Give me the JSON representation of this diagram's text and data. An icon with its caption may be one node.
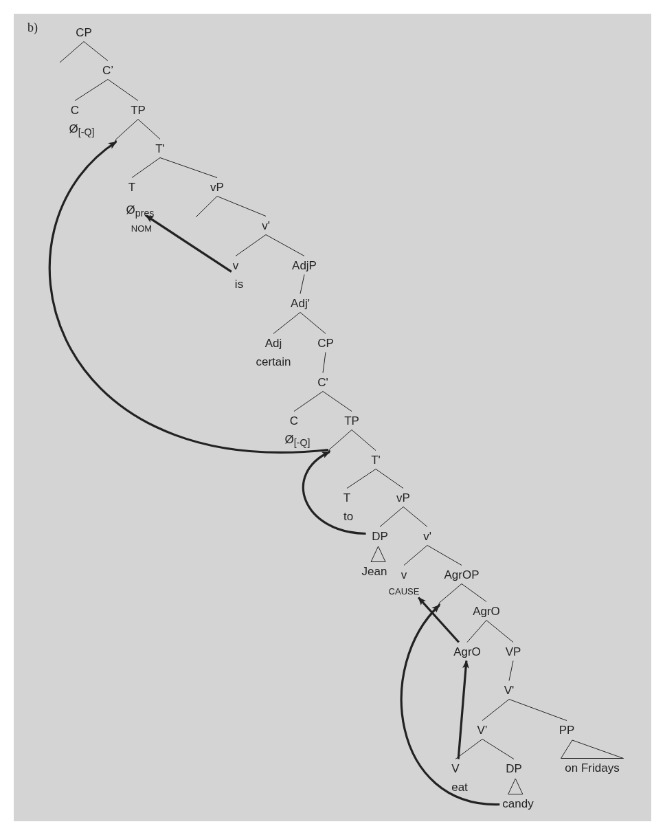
{
  "diagram": {
    "nodes": [
      {
        "text": [
          "CP"
        ]
      },
      {
        "text": [
          "C’"
        ]
      },
      {
        "text": [
          "C",
          "Ø$_{[-Q]}$"
        ]
      },
      {
        "text": [
          "TP"
        ]
      },
      {
        "text": [
          "T'"
        ]
      },
      {
        "text": [
          "T",
          "Ø$_{pres}$",
          "NOM"
        ]
      },
      {
        "text": [
          "vP"
        ]
      },
      {
        "text": [
          "v'"
        ]
      },
      {
        "text": [
          "v",
          "is"
        ]
      },
      {
        "text": [
          "AdjP"
        ]
      },
      {
        "text": [
          "Adj'"
        ]
      },
      {
        "text": [
          "Adj",
          "certain"
        ]
      },
      {
        "text": [
          "CP"
        ]
      },
      {
        "text": [
          "C'"
        ]
      },
      {
        "text": [
          "C",
          "Ø$_{[-Q]}$"
        ]
      },
      {
        "text": [
          "TP"
        ]
      },
      {
        "text": [
          "T'"
        ]
      },
      {
        "text": [
          "T",
          "to"
        ]
      },
      {
        "text": [
          "vP"
        ]
      },
      {
        "text": [
          "DP",
          "Jean"
        ]
      },
      {
        "text": [
          "v'"
        ]
      },
      {
        "text": [
          "v",
          "CAUSE"
        ]
      },
      {
        "text": [
          "AgrOP"
        ]
      },
      {
        "text": [
          "AgrO"
        ]
      },
      {
        "text": [
          "AgrO"
        ]
      },
      {
        "text": [
          "VP"
        ]
      },
      {
        "text": [
          "V'"
        ]
      },
      {
        "text": [
          "V’"
        ]
      },
      {
        "text": [
          "PP",
          "on Fridays"
        ]
      },
      {
        "text": [
          "V",
          "eat"
        ]
      },
      {
        "text": [
          "DP",
          "candy"
        ]
      },
      {
        "text": [],
        "shape": "point"
      },
      {
        "text": [],
        "shape": "point"
      },
      {
        "text": [],
        "shape": "point"
      }
    ],
    "edges": [
      {
        "from": 0,
        "to": null,
        "arrow": "none"
      },
      {
        "from": 0,
        "to": 1,
        "arrow": "none"
      },
      {
        "from": 1,
        "to": 2,
        "arrow": "none"
      },
      {
        "from": 1,
        "to": 3,
        "arrow": "none"
      },
      {
        "from": 3,
        "to": 31,
        "arrow": "none"
      },
      {
        "from": 3,
        "to": 4,
        "arrow": "none"
      },
      {
        "from": 4,
        "to": 5,
        "arrow": "none"
      },
      {
        "from": 4,
        "to": 6,
        "arrow": "none"
      },
      {
        "from": 6,
        "to": null,
        "arrow": "none"
      },
      {
        "from": 6,
        "to": 7,
        "arrow": "none"
      },
      {
        "from": 7,
        "to": 8,
        "arrow": "none"
      },
      {
        "from": 7,
        "to": 9,
        "arrow": "none"
      },
      {
        "from": 9,
        "to": 10,
        "arrow": "none"
      },
      {
        "from": 10,
        "to": 11,
        "arrow": "none"
      },
      {
        "from": 10,
        "to": 12,
        "arrow": "none"
      },
      {
        "from": 12,
        "to": 13,
        "arrow": "none"
      },
      {
        "from": 13,
        "to": 14,
        "arrow": "none"
      },
      {
        "from": 13,
        "to": 15,
        "arrow": "none"
      },
      {
        "from": 15,
        "to": 32,
        "arrow": "none"
      },
      {
        "from": 15,
        "to": 16,
        "arrow": "none"
      },
      {
        "from": 16,
        "to": 17,
        "arrow": "none"
      },
      {
        "from": 16,
        "to": 18,
        "arrow": "none"
      },
      {
        "from": 18,
        "to": 19,
        "arrow": "none"
      },
      {
        "from": 18,
        "to": 20,
        "arrow": "none"
      },
      {
        "from": 20,
        "to": 21,
        "arrow": "none"
      },
      {
        "from": 20,
        "to": 22,
        "arrow": "none"
      },
      {
        "from": 22,
        "to": 33,
        "arrow": "none"
      },
      {
        "from": 22,
        "to": 23,
        "arrow": "none"
      },
      {
        "from": 23,
        "to": 24,
        "arrow": "none"
      },
      {
        "from": 23,
        "to": 25,
        "arrow": "none"
      },
      {
        "from": 25,
        "to": 26,
        "arrow": "none"
      },
      {
        "from": 26,
        "to": 27,
        "arrow": "none"
      },
      {
        "from": 26,
        "to": 28,
        "arrow": "none"
      },
      {
        "from": 27,
        "to": 29,
        "arrow": "none"
      },
      {
        "from": 27,
        "to": 30,
        "arrow": "none"
      },
      {
        "from": 8,
        "to": 5,
        "arrow": "to",
        "style": "thick"
      },
      {
        "from": 32,
        "to": 31,
        "arrow": "to",
        "style": "thick"
      },
      {
        "from": 19,
        "to": 32,
        "arrow": "to",
        "style": "thick"
      },
      {
        "from": 24,
        "to": 21,
        "arrow": "to",
        "style": "thick"
      },
      {
        "from": 29,
        "to": 24,
        "arrow": "to",
        "style": "thick"
      },
      {
        "from": 30,
        "to": 33,
        "arrow": "to",
        "style": "thick"
      }
    ],
    "labels": [
      "b)"
    ]
  }
}
